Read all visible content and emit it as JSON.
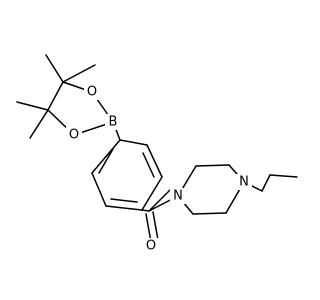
{
  "structure": {
    "atoms": {
      "boron": "B",
      "oxygen_top": "O",
      "oxygen_bottom": "O",
      "carbonyl_oxygen": "O",
      "nitrogen_amide": "N",
      "nitrogen_ethyl": "N"
    }
  }
}
